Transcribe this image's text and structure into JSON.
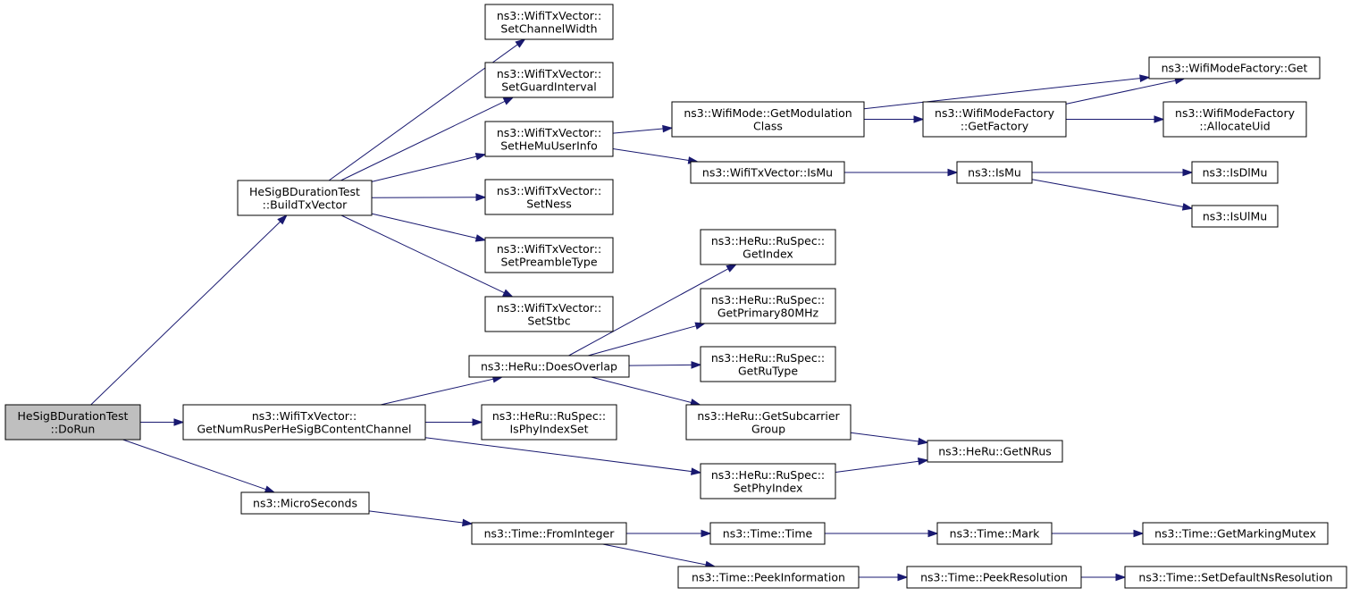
{
  "nodes": {
    "dorun": [
      "HeSigBDurationTest",
      "::DoRun"
    ],
    "buildtx": [
      "HeSigBDurationTest",
      "::BuildTxVector"
    ],
    "getnumrus": [
      "ns3::WifiTxVector::",
      "GetNumRusPerHeSigBContentChannel"
    ],
    "microseconds": [
      "ns3::MicroSeconds"
    ],
    "setchannelwidth": [
      "ns3::WifiTxVector::",
      "SetChannelWidth"
    ],
    "setguardinterval": [
      "ns3::WifiTxVector::",
      "SetGuardInterval"
    ],
    "sethemuuserinfo": [
      "ns3::WifiTxVector::",
      "SetHeMuUserInfo"
    ],
    "setness": [
      "ns3::WifiTxVector::",
      "SetNess"
    ],
    "setpreambletype": [
      "ns3::WifiTxVector::",
      "SetPreambleType"
    ],
    "setstbc": [
      "ns3::WifiTxVector::",
      "SetStbc"
    ],
    "doesoverlap": [
      "ns3::HeRu::DoesOverlap"
    ],
    "isphyindexset": [
      "ns3::HeRu::RuSpec::",
      "IsPhyIndexSet"
    ],
    "fromintegral": [
      "ns3::Time::FromInteger"
    ],
    "getmodulationclass": [
      "ns3::WifiMode::GetModulation",
      "Class"
    ],
    "ismu_vec": [
      "ns3::WifiTxVector::IsMu"
    ],
    "getindex": [
      "ns3::HeRu::RuSpec::",
      "GetIndex"
    ],
    "getprimary80": [
      "ns3::HeRu::RuSpec::",
      "GetPrimary80MHz"
    ],
    "getrutype": [
      "ns3::HeRu::RuSpec::",
      "GetRuType"
    ],
    "getsubcarrier": [
      "ns3::HeRu::GetSubcarrier",
      "Group"
    ],
    "setphyindex": [
      "ns3::HeRu::RuSpec::",
      "SetPhyIndex"
    ],
    "timetime": [
      "ns3::Time::Time"
    ],
    "peekinformation": [
      "ns3::Time::PeekInformation"
    ],
    "getfactory": [
      "ns3::WifiModeFactory",
      "::GetFactory"
    ],
    "ismu": [
      "ns3::IsMu"
    ],
    "getnrus": [
      "ns3::HeRu::GetNRus"
    ],
    "mark": [
      "ns3::Time::Mark"
    ],
    "peekresolution": [
      "ns3::Time::PeekResolution"
    ],
    "factoryget": [
      "ns3::WifiModeFactory::Get"
    ],
    "allocateuid": [
      "ns3::WifiModeFactory",
      "::AllocateUid"
    ],
    "isdlmu": [
      "ns3::IsDlMu"
    ],
    "isulmu": [
      "ns3::IsUlMu"
    ],
    "getmarkingmutex": [
      "ns3::Time::GetMarkingMutex"
    ],
    "setdefaultns": [
      "ns3::Time::SetDefaultNsResolution"
    ]
  },
  "colors": {
    "root_fill": "#bfbfbf",
    "node_fill": "#ffffff",
    "node_border": "#000000",
    "edge": "#191970"
  }
}
